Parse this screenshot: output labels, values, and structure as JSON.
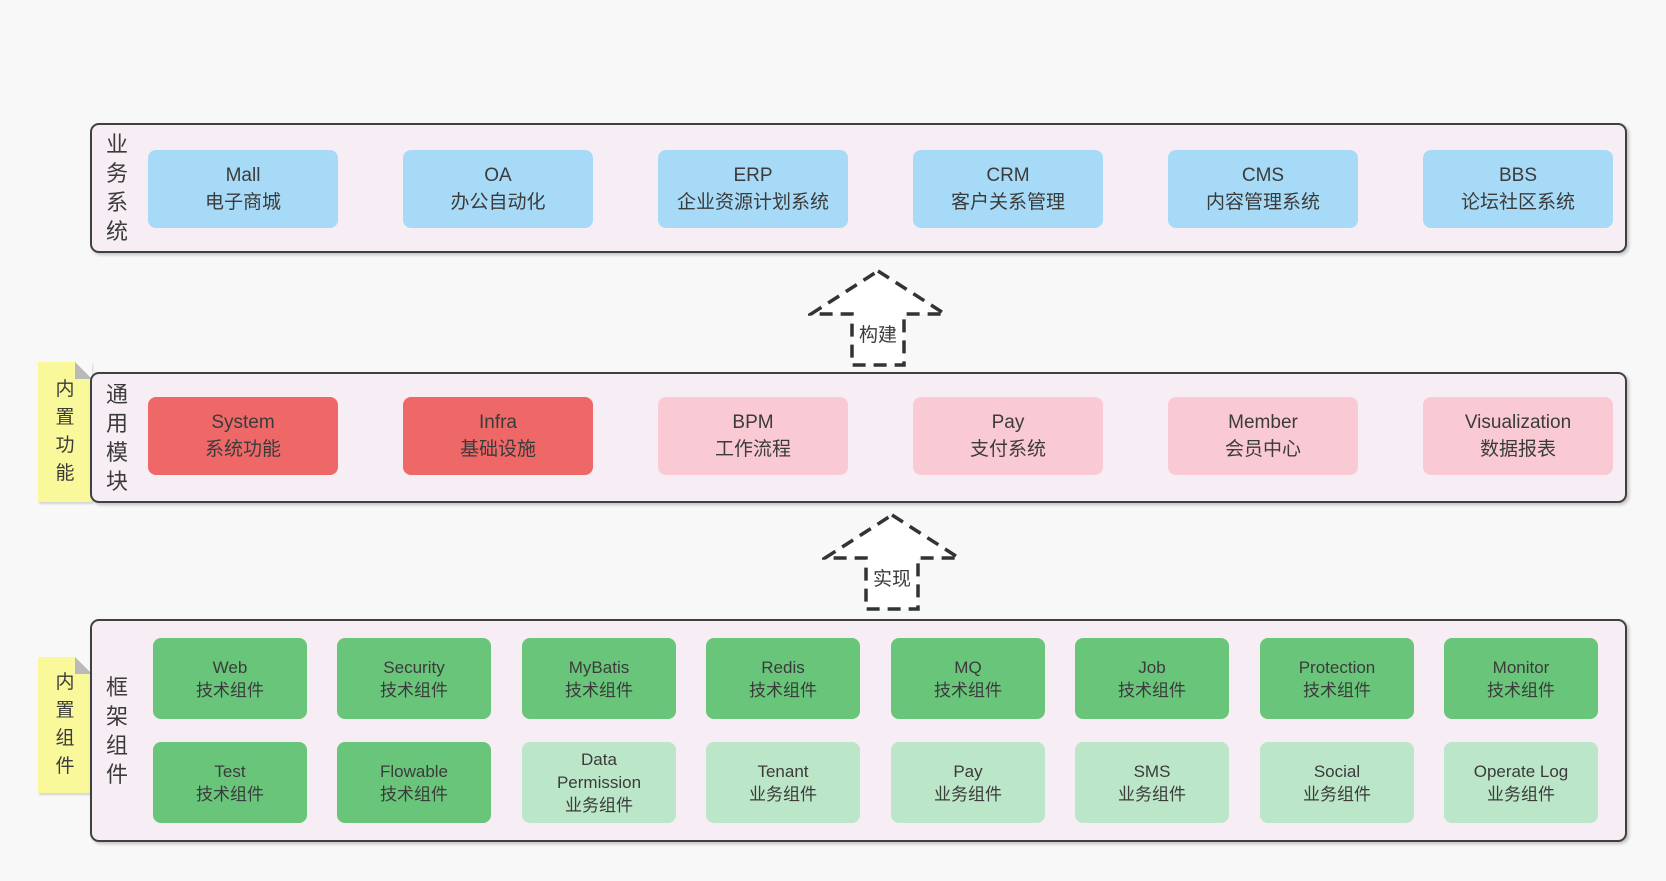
{
  "colors": {
    "page_bg": "#f8f8f8",
    "container_bg": "#f7edf5",
    "container_border": "#404040",
    "blue": "#a7daf6",
    "red": "#ef6868",
    "pink": "#f9cad4",
    "green_dark": "#68c57a",
    "green_light": "#bce6c8",
    "sticky_yellow": "#f9f89b",
    "text": "#3b3b3b"
  },
  "arrows": {
    "build": "构建",
    "implement": "实现"
  },
  "layers": {
    "business": {
      "label": "业务系统",
      "boxes": [
        {
          "title": "Mall",
          "subtitle": "电子商城"
        },
        {
          "title": "OA",
          "subtitle": "办公自动化"
        },
        {
          "title": "ERP",
          "subtitle": "企业资源计划系统"
        },
        {
          "title": "CRM",
          "subtitle": "客户关系管理"
        },
        {
          "title": "CMS",
          "subtitle": "内容管理系统"
        },
        {
          "title": "BBS",
          "subtitle": "论坛社区系统"
        }
      ]
    },
    "modules": {
      "label": "通用模块",
      "sticky": "内置功能",
      "boxes": [
        {
          "title": "System",
          "subtitle": "系统功能"
        },
        {
          "title": "Infra",
          "subtitle": "基础设施"
        },
        {
          "title": "BPM",
          "subtitle": "工作流程"
        },
        {
          "title": "Pay",
          "subtitle": "支付系统"
        },
        {
          "title": "Member",
          "subtitle": "会员中心"
        },
        {
          "title": "Visualization",
          "subtitle": "数据报表"
        }
      ]
    },
    "framework": {
      "label": "框架组件",
      "sticky": "内置组件",
      "row1": [
        {
          "title": "Web",
          "subtitle": "技术组件"
        },
        {
          "title": "Security",
          "subtitle": "技术组件"
        },
        {
          "title": "MyBatis",
          "subtitle": "技术组件"
        },
        {
          "title": "Redis",
          "subtitle": "技术组件"
        },
        {
          "title": "MQ",
          "subtitle": "技术组件"
        },
        {
          "title": "Job",
          "subtitle": "技术组件"
        },
        {
          "title": "Protection",
          "subtitle": "技术组件"
        },
        {
          "title": "Monitor",
          "subtitle": "技术组件"
        }
      ],
      "row2": [
        {
          "title": "Test",
          "subtitle": "技术组件"
        },
        {
          "title": "Flowable",
          "subtitle": "技术组件"
        },
        {
          "title": "Data Permission",
          "subtitle": "业务组件"
        },
        {
          "title": "Tenant",
          "subtitle": "业务组件"
        },
        {
          "title": "Pay",
          "subtitle": "业务组件"
        },
        {
          "title": "SMS",
          "subtitle": "业务组件"
        },
        {
          "title": "Social",
          "subtitle": "业务组件"
        },
        {
          "title": "Operate Log",
          "subtitle": "业务组件"
        }
      ]
    }
  }
}
